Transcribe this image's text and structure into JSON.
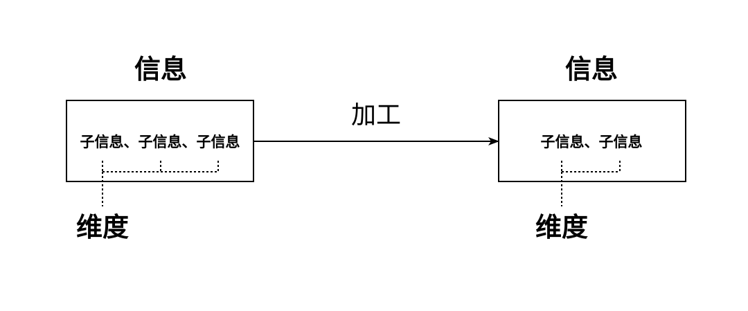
{
  "left_node": {
    "title": "信息",
    "content": "子信息、子信息、子信息",
    "dimension_label": "维度"
  },
  "right_node": {
    "title": "信息",
    "content": "子信息、子信息",
    "dimension_label": "维度"
  },
  "process": {
    "label": "加工"
  },
  "colors": {
    "stroke": "#000000",
    "background": "#ffffff"
  }
}
